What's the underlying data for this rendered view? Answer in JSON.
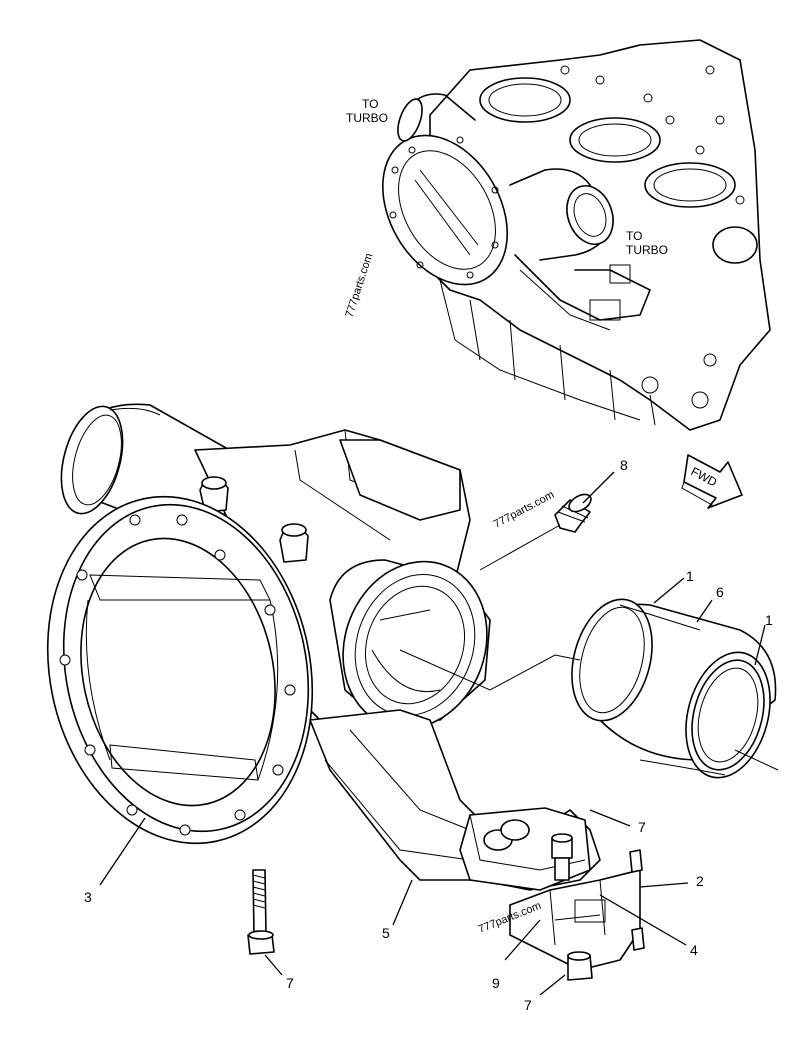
{
  "inset": {
    "to_turbo_left": [
      "TO",
      "TURBO"
    ],
    "to_turbo_right": [
      "TO",
      "TURBO"
    ]
  },
  "watermarks": [
    "777parts.com",
    "777parts.com",
    "777parts.com"
  ],
  "fwd_label": "FWD",
  "callouts": {
    "c1a": "1",
    "c1b": "1",
    "c2": "2",
    "c3": "3",
    "c4": "4",
    "c5": "5",
    "c6": "6",
    "c7a": "7",
    "c7b": "7",
    "c7c": "7",
    "c8": "8",
    "c9": "9"
  }
}
